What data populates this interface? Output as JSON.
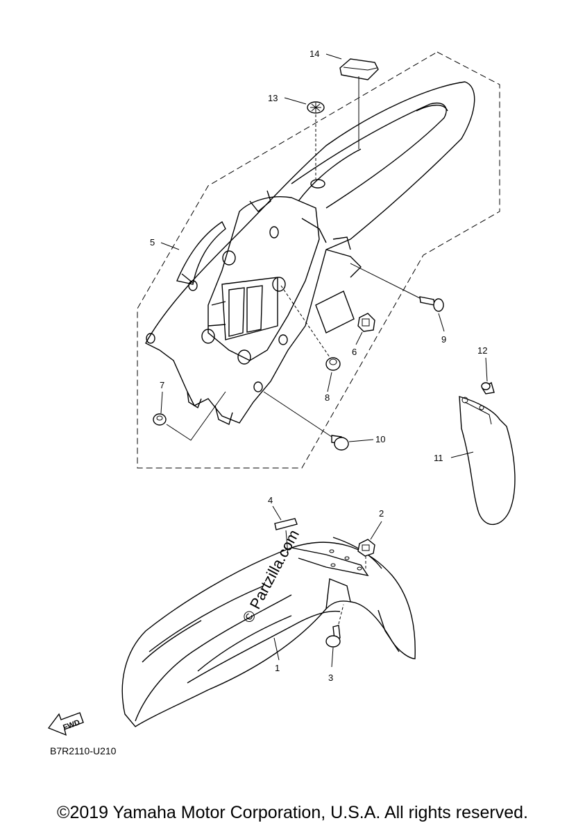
{
  "callouts": {
    "c1": "1",
    "c2": "2",
    "c3": "3",
    "c4": "4",
    "c5": "5",
    "c6": "6",
    "c7": "7",
    "c8": "8",
    "c9": "9",
    "c10": "10",
    "c11": "11",
    "c12": "12",
    "c13": "13",
    "c14": "14"
  },
  "diagram_code": "B7R2110-U210",
  "fwd_label": "FWD",
  "watermark": "© Partzilla.com",
  "copyright": "©2019 Yamaha Motor Corporation, U.S.A. All rights reserved."
}
